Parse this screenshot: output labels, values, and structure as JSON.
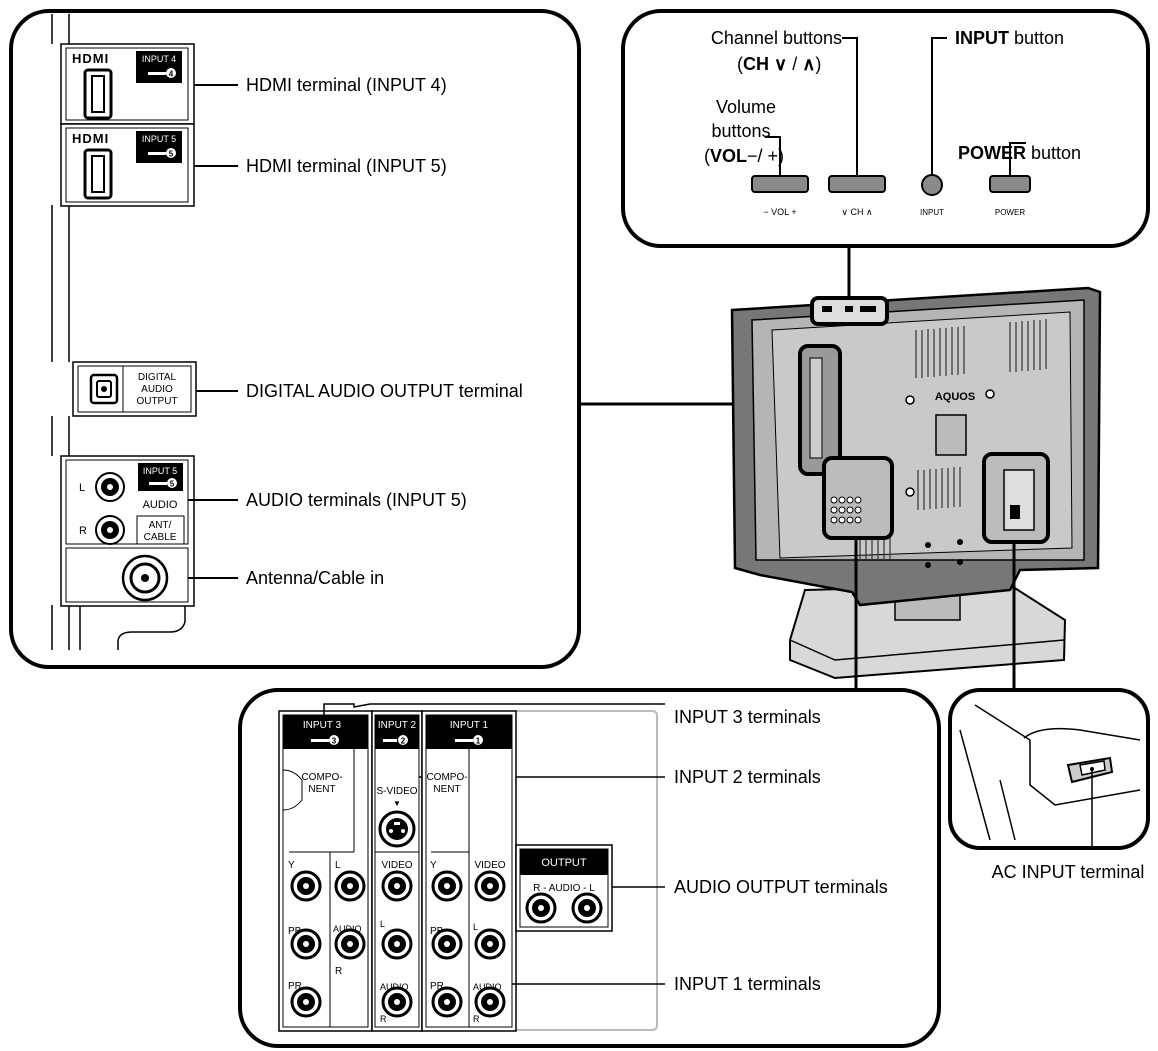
{
  "top_panel": {
    "channel_buttons_label": "Channel buttons",
    "channel_buttons_sub_bold": "CH",
    "channel_buttons_sub_rest": " / ",
    "volume_label_line1": "Volume",
    "volume_label_line2": "buttons",
    "volume_label_line3_bold": "VOL",
    "volume_label_line3_rest": "−/ +",
    "input_button_bold": "INPUT",
    "input_button_rest": " button",
    "power_button_bold": "POWER",
    "power_button_rest": " button",
    "btn_vol_caption": "− VOL +",
    "btn_ch_caption": "∨ CH ∧",
    "btn_input_caption": "INPUT",
    "btn_power_caption": "POWER"
  },
  "left_panel": {
    "hdmi_logo": "HDMI",
    "hdmi4_badge": "INPUT 4",
    "hdmi4_num": "4",
    "hdmi5_badge": "INPUT 5",
    "hdmi5_num": "5",
    "digital_audio_line1": "DIGITAL",
    "digital_audio_line2": "AUDIO",
    "digital_audio_line3": "OUTPUT",
    "audio_input5_badge": "INPUT 5",
    "audio_input5_num": "5",
    "audio_text": "AUDIO",
    "audio_l": "L",
    "audio_r": "R",
    "ant_line1": "ANT/",
    "ant_line2": "CABLE",
    "labels": {
      "hdmi4": "HDMI terminal (INPUT 4)",
      "hdmi5": "HDMI terminal (INPUT 5)",
      "digital_audio": "DIGITAL AUDIO OUTPUT terminal",
      "audio5": "AUDIO terminals (INPUT 5)",
      "antenna": "Antenna/Cable in"
    }
  },
  "bottom_panel": {
    "input3_badge": "INPUT 3",
    "input3_num": "3",
    "input2_badge": "INPUT 2",
    "input2_num": "2",
    "input1_badge": "INPUT 1",
    "input1_num": "1",
    "component_line1": "COMPO-",
    "component_line2": "NENT",
    "svideo": "S-VIDEO",
    "video": "VIDEO",
    "y": "Y",
    "pb": "PB",
    "pr": "PR",
    "l": "L",
    "r": "R",
    "audio": "AUDIO",
    "output_badge": "OUTPUT",
    "r_audio_l": "R - AUDIO - L",
    "labels": {
      "input3": "INPUT 3 terminals",
      "input2": "INPUT 2 terminals",
      "audio_output": "AUDIO OUTPUT terminals",
      "input1": "INPUT 1 terminals"
    }
  },
  "tv": {
    "logo": "AQUOS"
  },
  "ac_label": "AC INPUT terminal"
}
